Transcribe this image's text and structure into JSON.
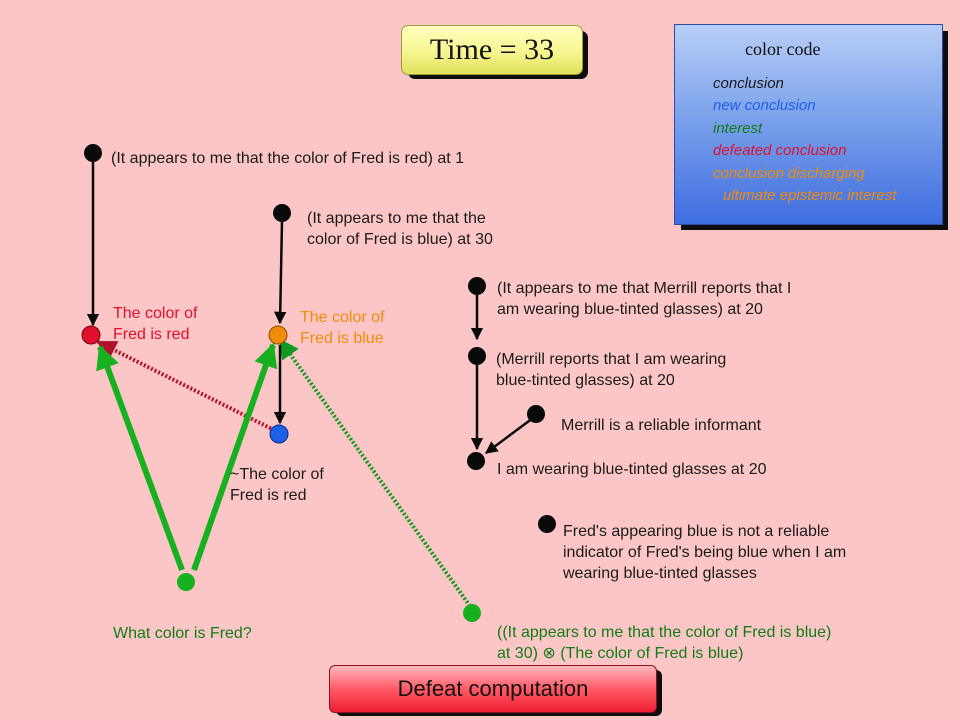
{
  "time": {
    "label": "Time = 33"
  },
  "color_code": {
    "title": "color code",
    "items": [
      {
        "text": "conclusion",
        "color": "#1a1a1a"
      },
      {
        "text": "new conclusion",
        "color": "#1c5fe8"
      },
      {
        "text": "interest",
        "color": "#0e7d16"
      },
      {
        "text": "defeated conclusion",
        "color": "#e0102c"
      },
      {
        "text": "conclusion discharging",
        "color": "#f08c0a"
      },
      {
        "text": "ultimate epistemic interest",
        "color": "#f08c0a"
      }
    ]
  },
  "nodes": {
    "appears_red": {
      "lines": [
        "(It appears to me that the color of Fred is red) at 1"
      ]
    },
    "appears_blue": {
      "lines": [
        "(It appears to me that the",
        "color of Fred is blue) at 30"
      ]
    },
    "color_red": {
      "lines": [
        "The color of",
        "Fred is red"
      ],
      "color": "#e0102c"
    },
    "color_blue": {
      "lines": [
        "The color of",
        "Fred is blue"
      ],
      "color": "#f08c0a"
    },
    "not_red": {
      "lines": [
        "~The color of",
        "Fred is red"
      ]
    },
    "what_color": {
      "lines": [
        "What color is Fred?"
      ],
      "color": "#0e7d16"
    },
    "merrill_appears": {
      "lines": [
        "(It appears to me that Merrill reports that I",
        "am wearing blue-tinted glasses) at 20"
      ]
    },
    "merrill_reports": {
      "lines": [
        "(Merrill reports that I am wearing",
        "blue-tinted glasses) at 20"
      ]
    },
    "merrill_reliable": {
      "lines": [
        "Merrill is a reliable informant"
      ]
    },
    "wearing_glasses": {
      "lines": [
        "I am wearing blue-tinted glasses at 20"
      ]
    },
    "not_reliable": {
      "lines": [
        "Fred's appearing blue is not a reliable",
        "indicator of Fred's being blue when I am",
        "wearing blue-tinted glasses"
      ]
    },
    "undercutter": {
      "lines": [
        "((It appears to me that the color of Fred is blue)",
        "at 30) ⊗ (The color of Fred is blue)"
      ],
      "color": "#0e7d16"
    }
  },
  "button": {
    "label": "Defeat computation"
  },
  "palette": {
    "conclusion": "#0a0a0a",
    "defeated": "#e0102c",
    "discharging": "#f08c0a",
    "new": "#1c5fe8",
    "interest": "#17b01f",
    "defeat_red": "#b0102c",
    "defeat_green": "#0e9a1e"
  }
}
